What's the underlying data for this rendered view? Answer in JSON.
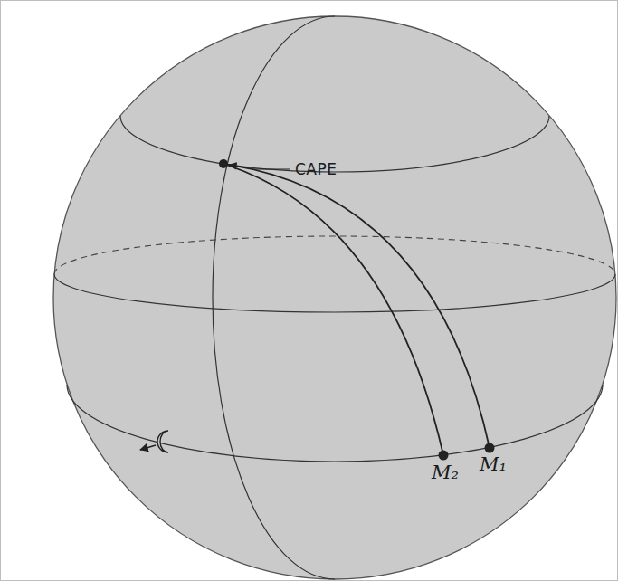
{
  "diagram": {
    "labels": [
      "CAPE",
      "M₂",
      "M₁"
    ]
  }
}
